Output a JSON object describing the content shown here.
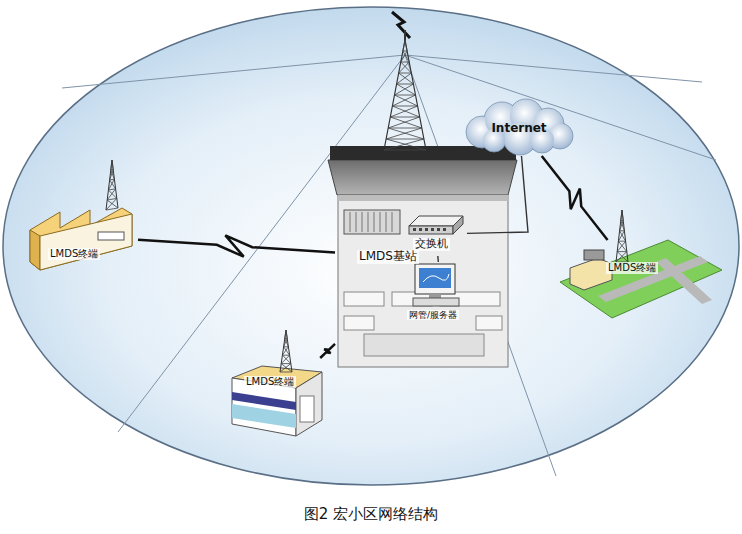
{
  "diagram": {
    "caption": "图2 宏小区网络结构",
    "nodes": [
      {
        "text": [
          "LMDS基站"
        ]
      },
      {
        "text": [
          "交换机"
        ],
        "in": 0
      },
      {
        "text": [
          "网管/服务器"
        ],
        "in": 0
      },
      {
        "text": [
          "Internet"
        ]
      },
      {
        "text": [
          "LMDS终端"
        ]
      },
      {
        "text": [
          "LMDS终端"
        ]
      },
      {
        "text": [
          "LMDS终端"
        ]
      }
    ],
    "edges": [
      {
        "from": 3,
        "to": 1,
        "arrow": "none"
      },
      {
        "from": 1,
        "to": 2,
        "arrow": "none"
      },
      {
        "from": 0,
        "to": 4,
        "arrow": "none"
      },
      {
        "from": 0,
        "to": 5,
        "arrow": "none"
      },
      {
        "from": 3,
        "to": 6,
        "arrow": "none"
      }
    ]
  }
}
